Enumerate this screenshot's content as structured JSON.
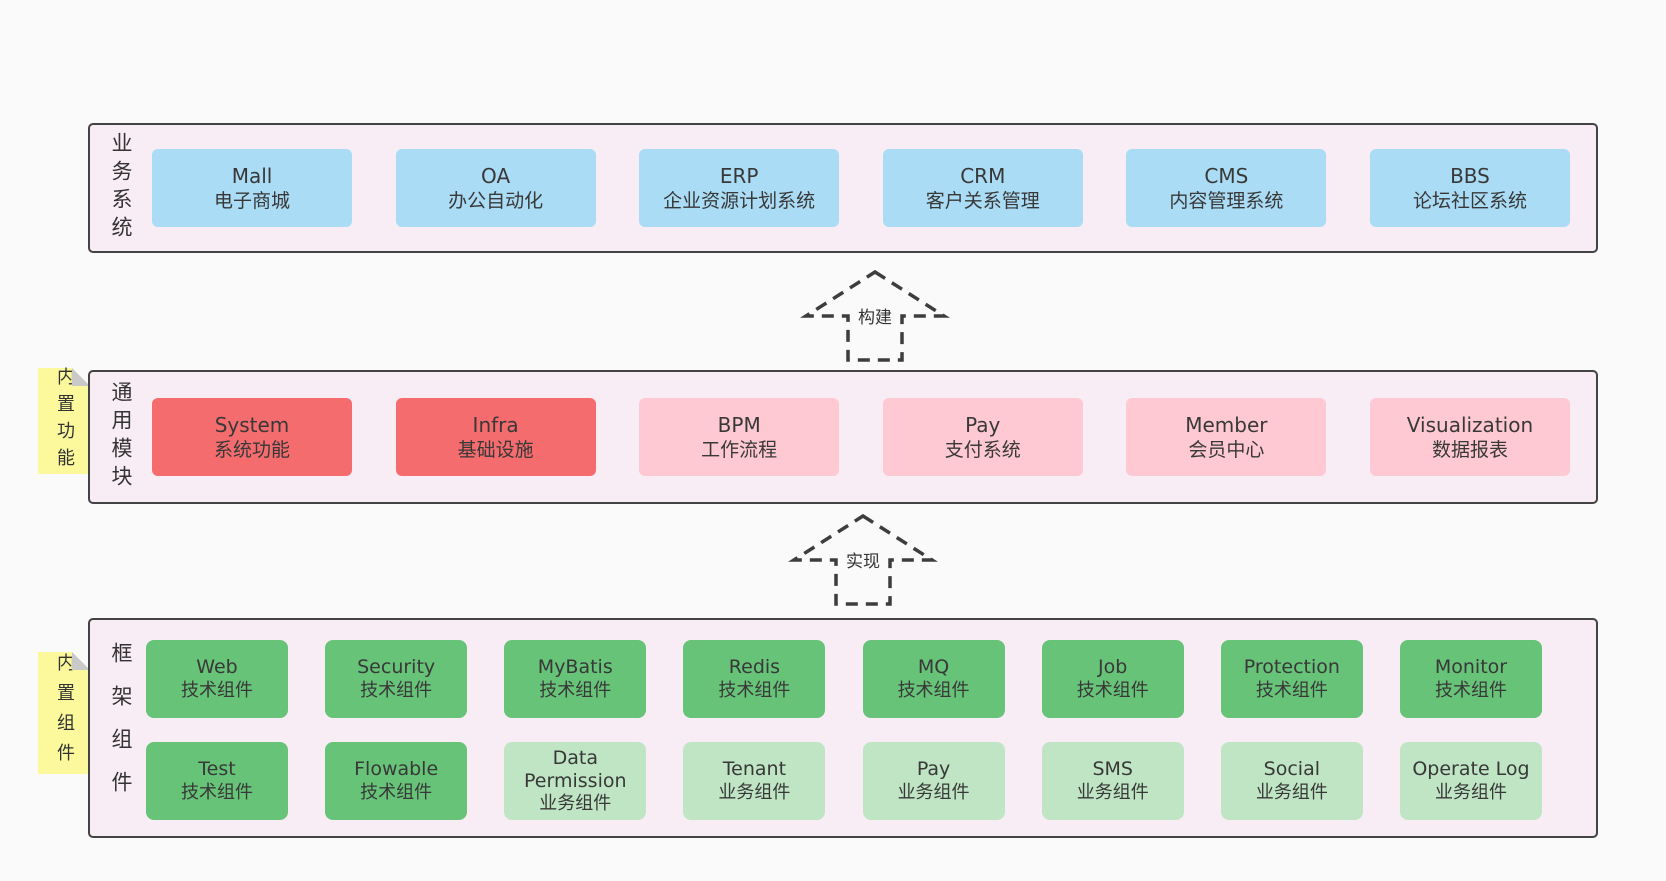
{
  "colors": {
    "page_bg": "#fafafa",
    "panel_bg": "#f8edf5",
    "panel_border": "#434343",
    "blue_box": "#abdcf5",
    "red_box": "#f56c6e",
    "pink_box": "#fec9d2",
    "green_box": "#66c378",
    "light_green_box": "#bfe5c4",
    "sticky_note": "#fbf99c",
    "sticky_fold": "#c9c9c9",
    "text": "#383838"
  },
  "business": {
    "label": "业务系统",
    "items": [
      {
        "title": "Mall",
        "subtitle": "电子商城"
      },
      {
        "title": "OA",
        "subtitle": "办公自动化"
      },
      {
        "title": "ERP",
        "subtitle": "企业资源计划系统"
      },
      {
        "title": "CRM",
        "subtitle": "客户关系管理"
      },
      {
        "title": "CMS",
        "subtitle": "内容管理系统"
      },
      {
        "title": "BBS",
        "subtitle": "论坛社区系统"
      }
    ]
  },
  "arrow_build": {
    "label": "构建"
  },
  "modules": {
    "label": "通用模块",
    "note": "内置功能",
    "items": [
      {
        "title": "System",
        "subtitle": "系统功能",
        "variant": "red"
      },
      {
        "title": "Infra",
        "subtitle": "基础设施",
        "variant": "red"
      },
      {
        "title": "BPM",
        "subtitle": "工作流程",
        "variant": "pink"
      },
      {
        "title": "Pay",
        "subtitle": "支付系统",
        "variant": "pink"
      },
      {
        "title": "Member",
        "subtitle": "会员中心",
        "variant": "pink"
      },
      {
        "title": "Visualization",
        "subtitle": "数据报表",
        "variant": "pink"
      }
    ]
  },
  "arrow_implement": {
    "label": "实现"
  },
  "framework": {
    "label": "框架组件",
    "note": "内置组件",
    "row1": [
      {
        "title": "Web",
        "subtitle": "技术组件"
      },
      {
        "title": "Security",
        "subtitle": "技术组件"
      },
      {
        "title": "MyBatis",
        "subtitle": "技术组件"
      },
      {
        "title": "Redis",
        "subtitle": "技术组件"
      },
      {
        "title": "MQ",
        "subtitle": "技术组件"
      },
      {
        "title": "Job",
        "subtitle": "技术组件"
      },
      {
        "title": "Protection",
        "subtitle": "技术组件"
      },
      {
        "title": "Monitor",
        "subtitle": "技术组件"
      }
    ],
    "row2": [
      {
        "title": "Test",
        "subtitle": "技术组件",
        "variant": "green"
      },
      {
        "title": "Flowable",
        "subtitle": "技术组件",
        "variant": "green"
      },
      {
        "title": "Data Permission",
        "subtitle": "业务组件",
        "variant": "light-green"
      },
      {
        "title": "Tenant",
        "subtitle": "业务组件",
        "variant": "light-green"
      },
      {
        "title": "Pay",
        "subtitle": "业务组件",
        "variant": "light-green"
      },
      {
        "title": "SMS",
        "subtitle": "业务组件",
        "variant": "light-green"
      },
      {
        "title": "Social",
        "subtitle": "业务组件",
        "variant": "light-green"
      },
      {
        "title": "Operate Log",
        "subtitle": "业务组件",
        "variant": "light-green"
      }
    ]
  }
}
